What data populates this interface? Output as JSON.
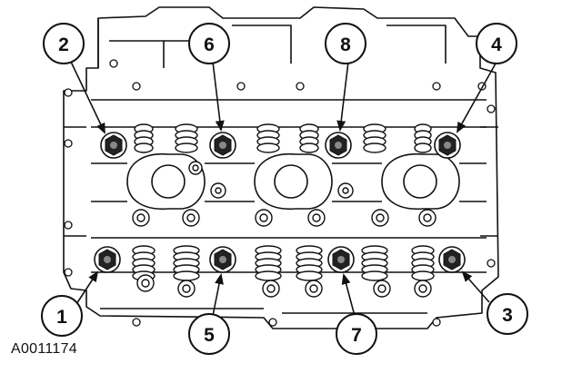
{
  "figure": {
    "reference_code": "A0011174"
  },
  "callouts": [
    {
      "number": "1"
    },
    {
      "number": "2"
    },
    {
      "number": "3"
    },
    {
      "number": "4"
    },
    {
      "number": "5"
    },
    {
      "number": "6"
    },
    {
      "number": "7"
    },
    {
      "number": "8"
    }
  ],
  "colors": {
    "line": "#111111",
    "background": "#ffffff"
  }
}
